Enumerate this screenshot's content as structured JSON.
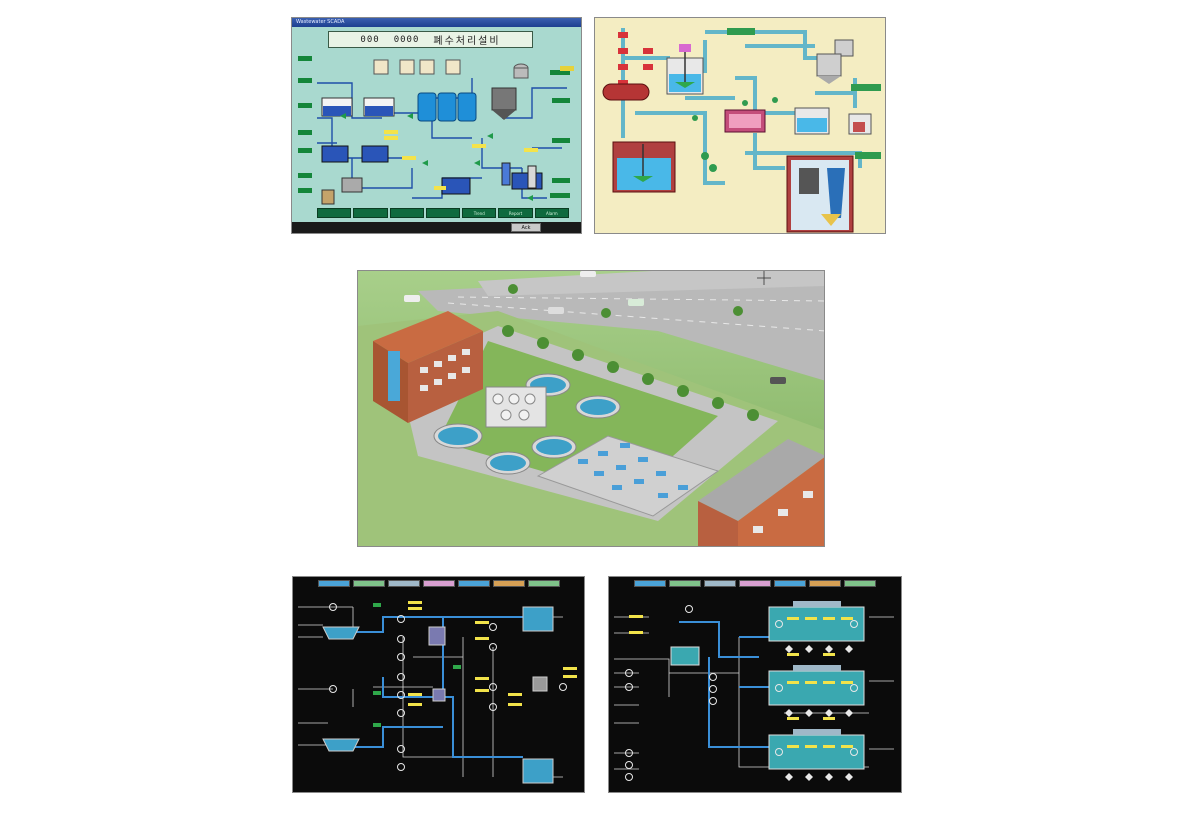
{
  "hmi1": {
    "window_title": "Wastewater SCADA",
    "header_code1": "000",
    "header_code2": "0000",
    "header_title": "폐수처리설비",
    "nav_buttons": [
      "",
      "",
      "",
      "",
      "Trend",
      "Report",
      "Alarm"
    ],
    "status_text": "",
    "ack_label": "Ack"
  },
  "hmi3": {
    "tabs": [
      {
        "label": "",
        "color": "#4aa3d8"
      },
      {
        "label": "",
        "color": "#7fc28a"
      },
      {
        "label": "",
        "color": "#9fb8c8"
      },
      {
        "label": "",
        "color": "#d89fd0"
      },
      {
        "label": "",
        "color": "#4aa3d8"
      },
      {
        "label": "",
        "color": "#d6a055"
      },
      {
        "label": "",
        "color": "#7fc28a"
      }
    ]
  },
  "hmi4": {
    "tabs": [
      {
        "label": "",
        "color": "#4aa3d8"
      },
      {
        "label": "",
        "color": "#7fc28a"
      },
      {
        "label": "",
        "color": "#9fb8c8"
      },
      {
        "label": "",
        "color": "#d89fd0"
      },
      {
        "label": "",
        "color": "#4aa3d8"
      },
      {
        "label": "",
        "color": "#d6a055"
      },
      {
        "label": "",
        "color": "#7fc28a"
      }
    ]
  },
  "colors": {
    "hmi1_bg": "#a9d9cf",
    "hmi2_bg": "#f4edc2",
    "hmi_dark_bg": "#0b0b0b",
    "process_line": "#3a8fd8",
    "tank_water": "#1f8fd8",
    "brick": "#b5623a",
    "grass": "#8fb86c"
  }
}
